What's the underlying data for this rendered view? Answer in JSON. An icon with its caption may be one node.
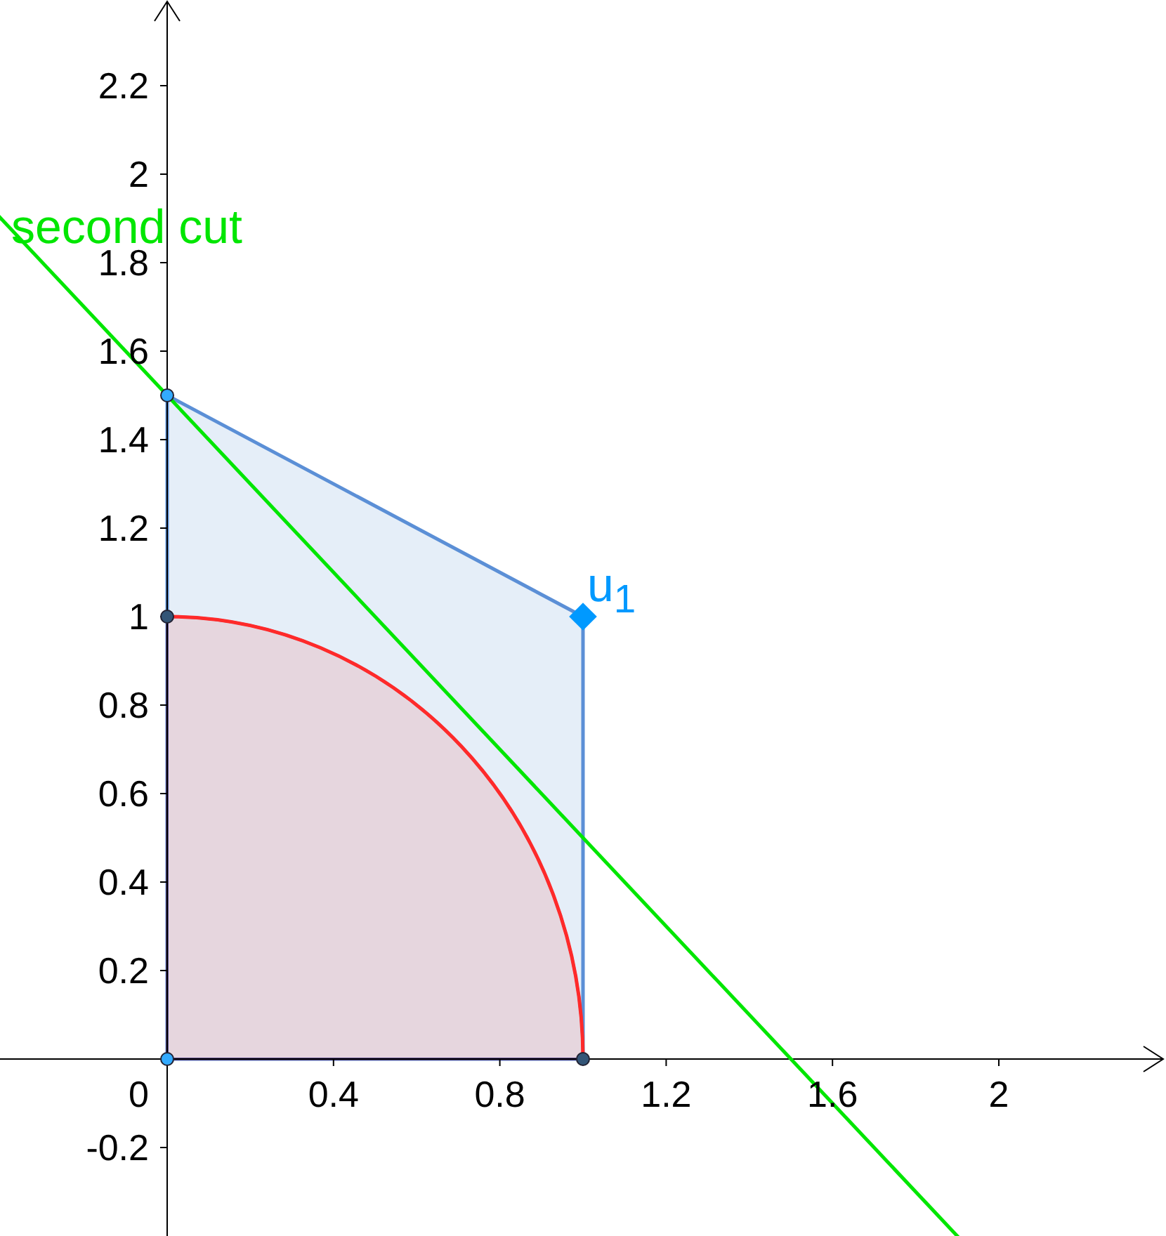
{
  "diagram": {
    "labels": [
      "2.2",
      "2",
      "second cut",
      "1.8",
      "1.6",
      "1.4",
      "1.2",
      "u$_{1}$",
      "1",
      "0.8",
      "0.6",
      "0.4",
      "0.2",
      "0",
      "0.4",
      "0.8",
      "1.2",
      "1.6",
      "2",
      "-0.2"
    ]
  }
}
